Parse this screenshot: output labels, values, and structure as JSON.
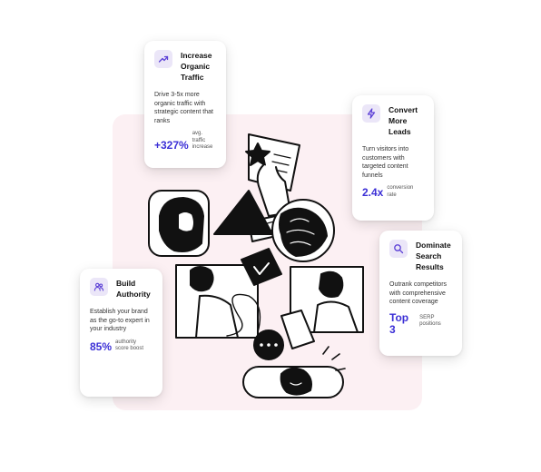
{
  "accent_color": "#3b2fd6",
  "panel_color": "#fcf0f3",
  "cards": [
    {
      "icon": "trending-up-icon",
      "title_lines": [
        "Increase",
        "Organic",
        "Traffic"
      ],
      "description": "Drive 3-5x more organic traffic with strategic content that ranks",
      "stat_value": "+327%",
      "stat_label_lines": [
        "avg.",
        "traffic",
        "increase"
      ]
    },
    {
      "icon": "lightning-icon",
      "title_lines": [
        "Convert",
        "More",
        "Leads"
      ],
      "description": "Turn visitors into customers with targeted content funnels",
      "stat_value": "2.4x",
      "stat_label_lines": [
        "conversion",
        "rate"
      ]
    },
    {
      "icon": "search-icon",
      "title_lines": [
        "Dominate",
        "Search",
        "Results"
      ],
      "description": "Outrank competitors with comprehensive content coverage",
      "stat_value_lines": [
        "Top",
        "3"
      ],
      "stat_label_lines": [
        "SERP",
        "positions"
      ]
    },
    {
      "icon": "users-icon",
      "title_lines": [
        "Build",
        "Authority"
      ],
      "description": "Establish your brand as the go-to expert in your industry",
      "stat_value": "85%",
      "stat_label_lines": [
        "authority",
        "score boost"
      ]
    }
  ]
}
